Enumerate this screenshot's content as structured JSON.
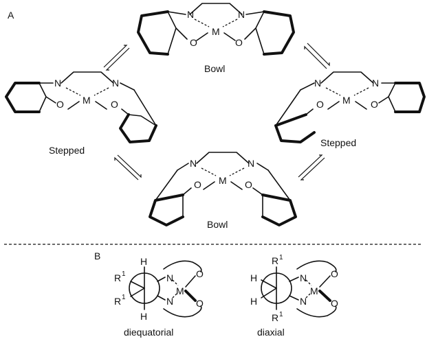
{
  "panels": {
    "a": "A",
    "b": "B"
  },
  "atoms": {
    "n": "N",
    "m": "M",
    "o": "O",
    "h": "H",
    "r": "R",
    "sup1": "1"
  },
  "labels": {
    "bowl_top": "Bowl",
    "stepped_left": "Stepped",
    "stepped_right": "Stepped",
    "bowl_bottom": "Bowl",
    "diequatorial": "diequatorial",
    "diaxial": "diaxial"
  }
}
